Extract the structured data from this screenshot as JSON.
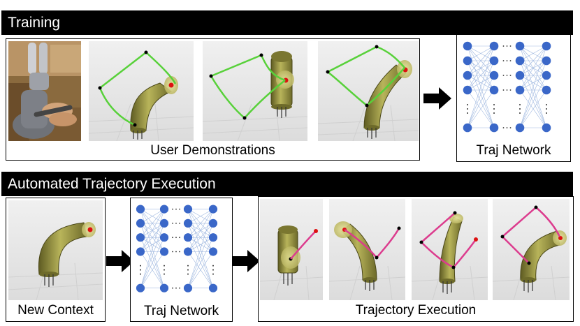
{
  "training": {
    "title": "Training",
    "demos_caption": "User Demonstrations",
    "network_caption": "Traj Network"
  },
  "execution": {
    "title": "Automated Trajectory Execution",
    "context_caption": "New Context",
    "network_caption": "Traj Network",
    "trajectory_caption": "Trajectory Execution"
  },
  "colors": {
    "node": "#3a67c8",
    "edge": "#9fb8e0",
    "demo_path": "#58d13a",
    "exec_path": "#dc3c8e",
    "tube": "#a6a24a",
    "background_panel": "#ececec"
  },
  "icons": [
    "haptic-device-photo",
    "right-arrow-icon",
    "neural-network-diagram",
    "curved-tube-render"
  ]
}
